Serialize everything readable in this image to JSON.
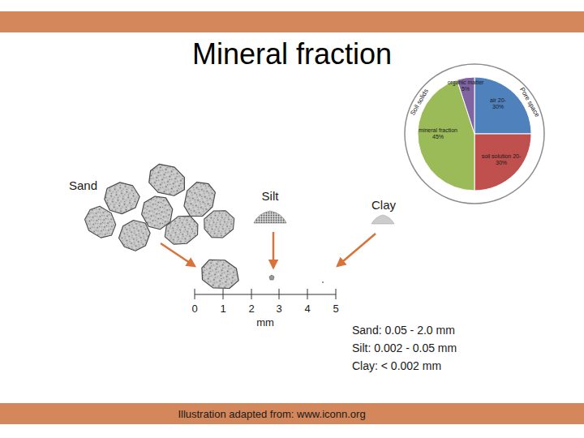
{
  "diagram": {
    "title": "Mineral fraction",
    "caption": "Illustration adapted from: www.iconn.org",
    "labels": [
      "Soil solids",
      "Pore space",
      "organic matter 5%",
      "air 20-30%",
      "mineral fraction 45%",
      "soil solution 20-30%",
      "Sand",
      "Silt",
      "Clay",
      "0",
      "1",
      "2",
      "3",
      "4",
      "5",
      "mm",
      "Sand: 0.05 - 2.0 mm",
      "Silt: 0.002 - 0.05 mm",
      "Clay: < 0.002 mm"
    ]
  }
}
